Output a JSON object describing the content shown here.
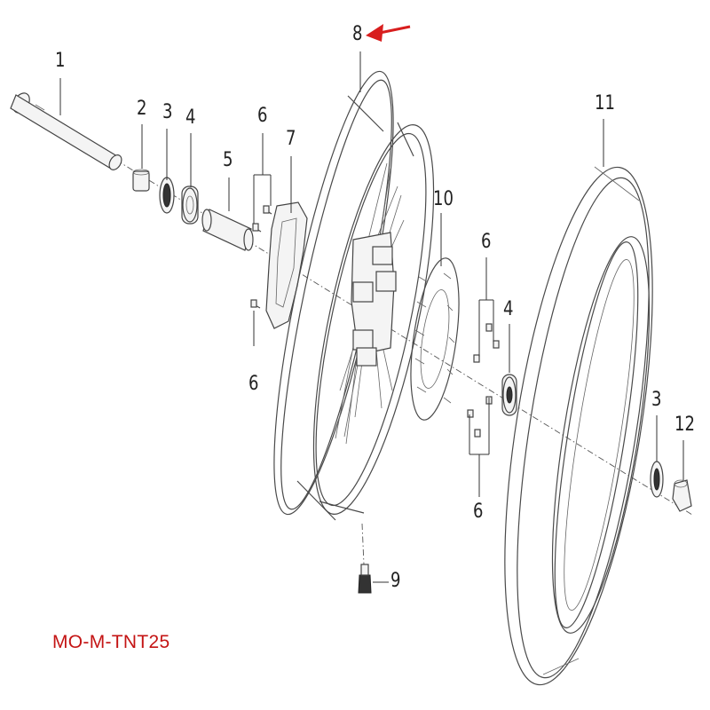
{
  "diagram": {
    "code": "MO-M-TNT25",
    "highlight_color": "#d81e1e",
    "code_color": "#c41414",
    "callouts": [
      {
        "id": "1",
        "text": "1"
      },
      {
        "id": "2",
        "text": "2"
      },
      {
        "id": "3a",
        "text": "3"
      },
      {
        "id": "4a",
        "text": "4"
      },
      {
        "id": "5",
        "text": "5"
      },
      {
        "id": "6a",
        "text": "6"
      },
      {
        "id": "7",
        "text": "7"
      },
      {
        "id": "8",
        "text": "8"
      },
      {
        "id": "6b",
        "text": "6"
      },
      {
        "id": "10",
        "text": "10"
      },
      {
        "id": "6c",
        "text": "6"
      },
      {
        "id": "4b",
        "text": "4"
      },
      {
        "id": "6d",
        "text": "6"
      },
      {
        "id": "9",
        "text": "9"
      },
      {
        "id": "11",
        "text": "11"
      },
      {
        "id": "3b",
        "text": "3"
      },
      {
        "id": "12",
        "text": "12"
      }
    ]
  }
}
